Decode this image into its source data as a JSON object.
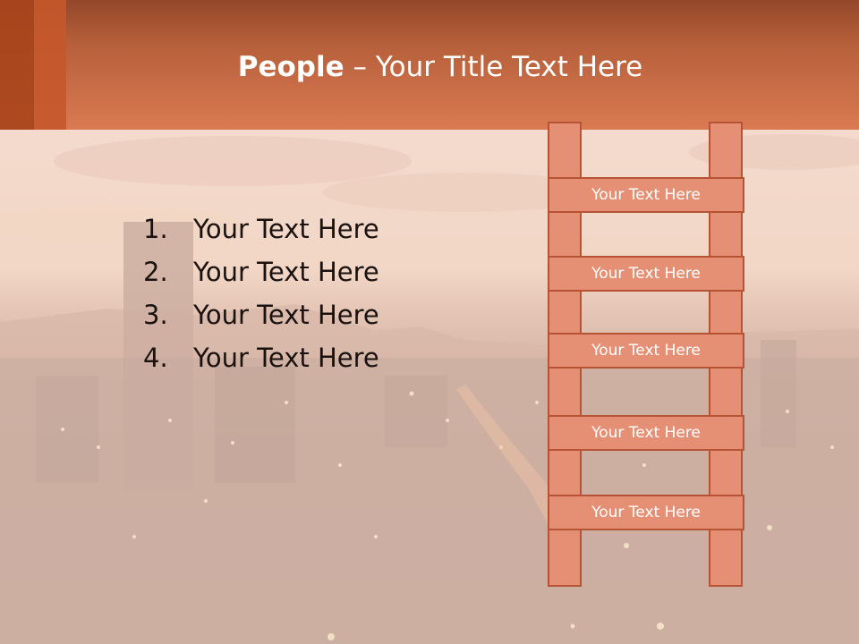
{
  "slide": {
    "title_bold": "People",
    "title_rest": " – Your Title Text Here",
    "list": [
      {
        "num": "1.",
        "text": "Your Text Here"
      },
      {
        "num": "2.",
        "text": "Your Text Here"
      },
      {
        "num": "3.",
        "text": "Your Text Here"
      },
      {
        "num": "4.",
        "text": "Your Text Here"
      }
    ],
    "ladder_rungs": [
      "Your Text Here",
      "Your Text Here",
      "Your Text Here",
      "Your Text Here",
      "Your Text Here"
    ]
  },
  "colors": {
    "header": "#d97a52",
    "ladder_fill": "#e59074",
    "ladder_border": "#b65334",
    "title_text": "#ffffff",
    "body_text": "#1a1210"
  }
}
